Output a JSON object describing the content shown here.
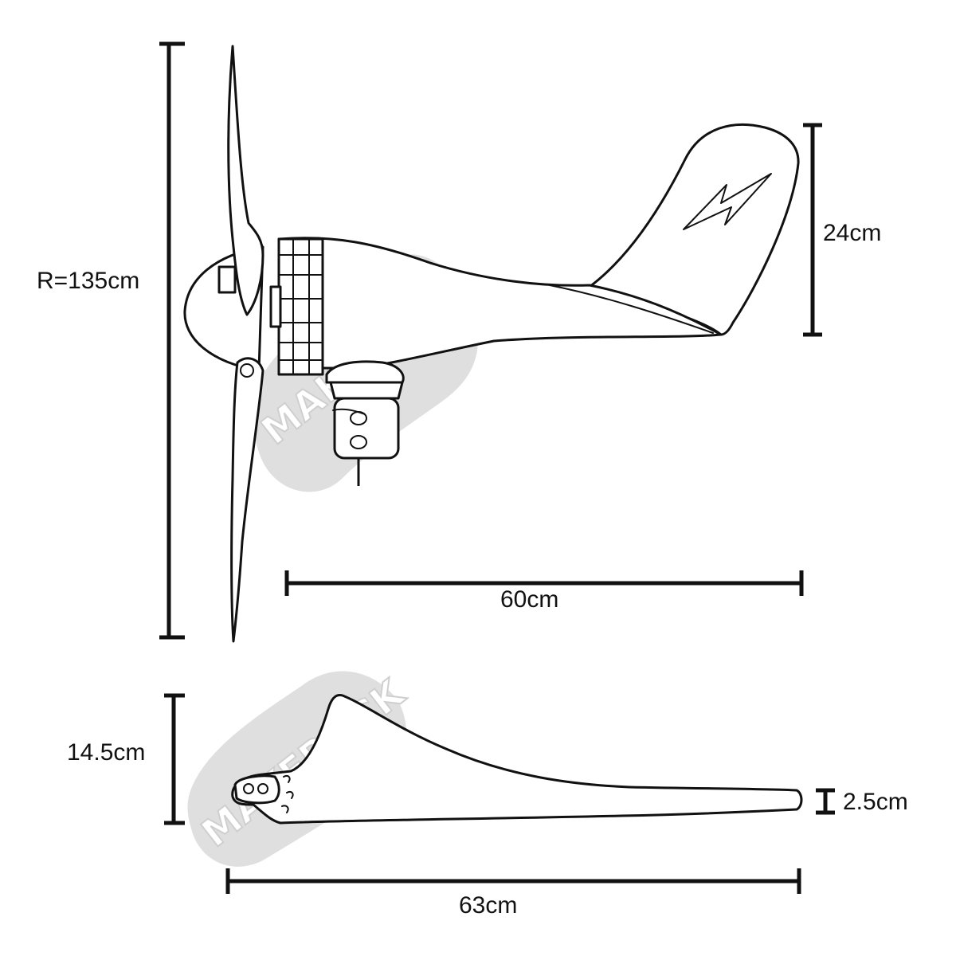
{
  "watermark": {
    "text": "MAKEROCK"
  },
  "dimensions": {
    "turbine_radius": "R=135cm",
    "tail_height": "24cm",
    "body_length": "60cm",
    "blade_width": "14.5cm",
    "blade_tip_width": "2.5cm",
    "blade_length": "63cm"
  }
}
